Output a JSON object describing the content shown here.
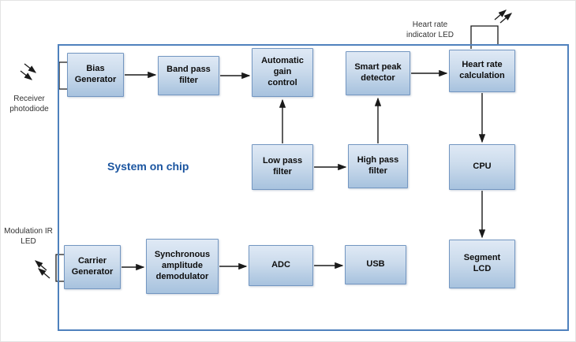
{
  "title": "System on chip",
  "nodes": {
    "bias": "Bias\nGenerator",
    "bandpass": "Band pass\nfilter",
    "agc": "Automatic\ngain\ncontrol",
    "smartpeak": "Smart peak\ndetector",
    "hrcalc": "Heart rate\ncalculation",
    "lowpass": "Low pass\nfilter",
    "highpass": "High pass\nfilter",
    "cpu": "CPU",
    "carrier": "Carrier\nGenerator",
    "demod": "Synchronous\namplitude\ndemodulator",
    "adc": "ADC",
    "usb": "USB",
    "lcd": "Segment\nLCD"
  },
  "external": {
    "receiver": "Receiver\nphotodiode",
    "modulation": "Modulation IR\nLED",
    "hrled": "Heart  rate\nindicator LED"
  },
  "edges": [
    {
      "from": "receiver-photodiode",
      "to": "bias-generator"
    },
    {
      "from": "bias-generator",
      "to": "band-pass-filter"
    },
    {
      "from": "band-pass-filter",
      "to": "automatic-gain-control"
    },
    {
      "from": "low-pass-filter",
      "to": "automatic-gain-control"
    },
    {
      "from": "low-pass-filter",
      "to": "high-pass-filter"
    },
    {
      "from": "high-pass-filter",
      "to": "smart-peak-detector"
    },
    {
      "from": "smart-peak-detector",
      "to": "heart-rate-calculation"
    },
    {
      "from": "heart-rate-calculation",
      "to": "cpu"
    },
    {
      "from": "cpu",
      "to": "segment-lcd"
    },
    {
      "from": "heart-rate-calculation",
      "to": "heart-rate-indicator-led"
    },
    {
      "from": "carrier-generator",
      "to": "modulation-ir-led"
    },
    {
      "from": "carrier-generator",
      "to": "synchronous-amplitude-demodulator"
    },
    {
      "from": "synchronous-amplitude-demodulator",
      "to": "adc"
    },
    {
      "from": "adc",
      "to": "usb"
    }
  ],
  "colors": {
    "chip_border": "#4f81bd",
    "block_border": "#7396c1",
    "block_fill_top": "#dfe9f5",
    "block_fill_bottom": "#a7c2de",
    "title_text": "#1b55a0",
    "arrow": "#1a1a1a"
  }
}
